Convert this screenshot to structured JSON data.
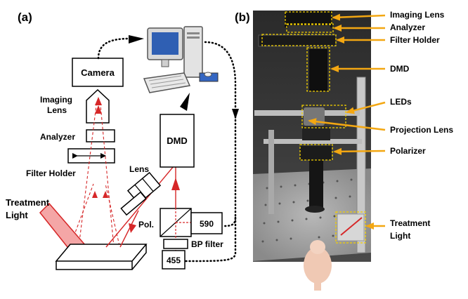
{
  "panel_a": {
    "tag": "(a)",
    "camera": "Camera",
    "imaging_lens": [
      "Imaging",
      "Lens"
    ],
    "analyzer": "Analyzer",
    "filter_holder": "Filter Holder",
    "treatment_light": [
      "Treatment",
      "Light"
    ],
    "lens": "Lens",
    "pol": "Pol.",
    "dmd": "DMD",
    "led_590": "590",
    "led_455": "455",
    "bp_filter": "BP filter"
  },
  "panel_b": {
    "tag": "(b)",
    "callouts": [
      {
        "id": "imaging-lens",
        "lines": [
          "Imaging Lens"
        ]
      },
      {
        "id": "analyzer",
        "lines": [
          "Analyzer"
        ]
      },
      {
        "id": "filter-holder",
        "lines": [
          "Filter Holder"
        ]
      },
      {
        "id": "dmd",
        "lines": [
          "DMD"
        ]
      },
      {
        "id": "leds",
        "lines": [
          "LEDs"
        ]
      },
      {
        "id": "projection-lens",
        "lines": [
          "Projection Lens"
        ]
      },
      {
        "id": "polarizer",
        "lines": [
          "Polarizer"
        ]
      },
      {
        "id": "treatment-light",
        "lines": [
          "Treatment",
          "Light"
        ]
      }
    ]
  },
  "colors": {
    "light_path": "#d62728",
    "treatment_fill": "#f4a6a6",
    "callout": "#f3a712"
  }
}
